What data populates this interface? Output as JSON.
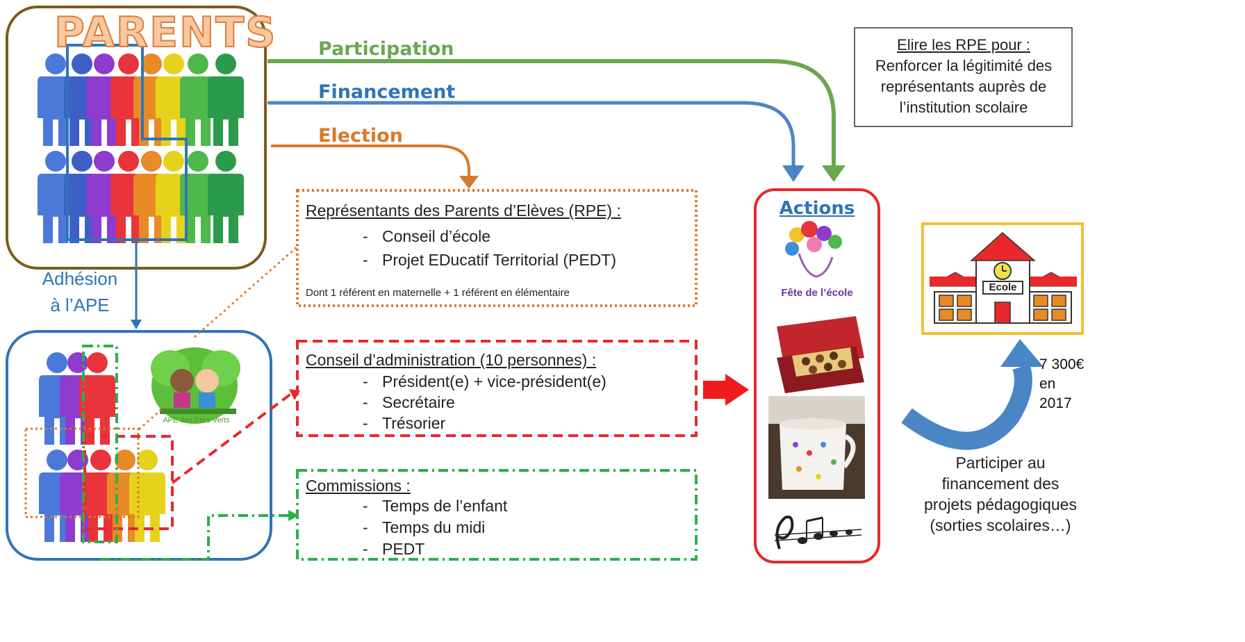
{
  "parents": {
    "title": "PARENTS"
  },
  "flows": {
    "participation": "Participation",
    "financement": "Financement",
    "election": "Election"
  },
  "adhesion": {
    "line1": "Adhésion",
    "line2": "à l’APE"
  },
  "ape_logo": {
    "caption": "APE des Prés Verts"
  },
  "elire": {
    "title": "Elire les RPE pour :",
    "lines": [
      "Renforcer la légitimité des",
      "représentants auprès de",
      "l’institution scolaire"
    ]
  },
  "rpe": {
    "title": "Représentants des Parents d’Elèves (RPE) :",
    "items": [
      "Conseil d’école",
      "Projet EDucatif Territorial (PEDT)"
    ],
    "note": "Dont 1 référent en maternelle + 1 référent en élémentaire"
  },
  "ca": {
    "title": "Conseil d’administration (10 personnes) :",
    "items": [
      "Président(e) + vice-président(e)",
      "Secrétaire",
      "Trésorier"
    ]
  },
  "commissions": {
    "title": "Commissions :",
    "items": [
      "Temps de l’enfant",
      "Temps du midi",
      "PEDT"
    ]
  },
  "actions": {
    "title": "Actions",
    "fete": "Fête de l’école"
  },
  "ecole": {
    "sign": "Ecole"
  },
  "finance": {
    "euro": "€",
    "amount": "7 300€",
    "en": "en",
    "year": "2017",
    "participer": [
      "Participer au",
      "financement des",
      "projets pédagogiques",
      "(sorties scolaires…)"
    ]
  },
  "colors": {
    "participation": "#6aa84f",
    "financement": "#4a86c5",
    "election": "#d9792b",
    "actions_border": "#e8282b",
    "parents_border": "#7a5c1e",
    "ape_border": "#2e75b6",
    "school_border": "#f2c12e"
  },
  "icons": [
    "people-group-icon",
    "balloons-icon",
    "chocolate-box-icon",
    "mug-icon",
    "music-notes-icon",
    "school-building-icon",
    "euro-icon"
  ]
}
